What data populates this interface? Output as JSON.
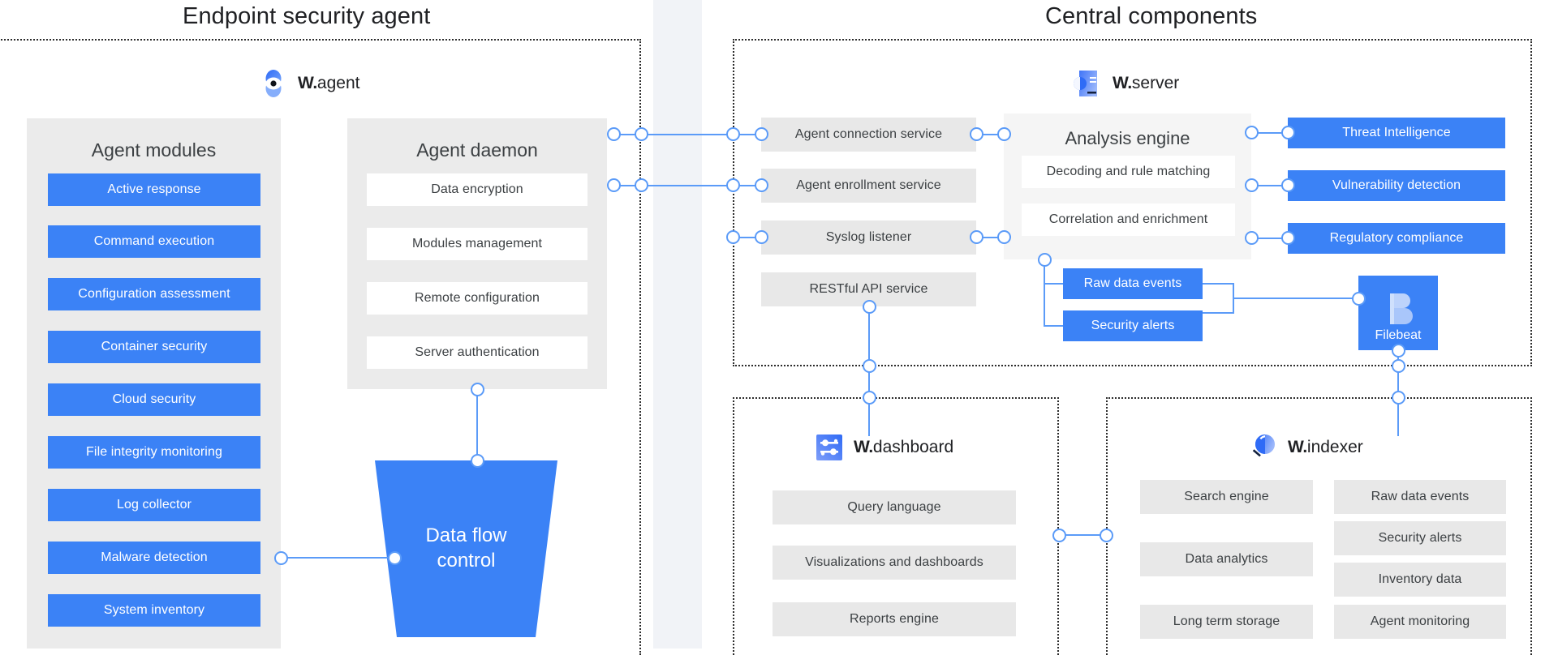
{
  "sections": {
    "left_title": "Endpoint security agent",
    "right_title": "Central components"
  },
  "agent": {
    "logo_brand": "W.",
    "logo_word": "agent",
    "logo_icon": "wazuh-agent-eye-icon",
    "modules_group": {
      "title": "Agent modules",
      "items": [
        "Active response",
        "Command execution",
        "Configuration assessment",
        "Container security",
        "Cloud security",
        "File integrity monitoring",
        "Log collector",
        "Malware detection",
        "System inventory"
      ]
    },
    "daemon_group": {
      "title": "Agent daemon",
      "items": [
        "Data encryption",
        "Modules management",
        "Remote configuration",
        "Server authentication"
      ]
    },
    "data_flow": {
      "line1": "Data flow",
      "line2": "control"
    }
  },
  "server": {
    "logo_brand": "W.",
    "logo_word": "server",
    "logo_icon": "wazuh-server-icon",
    "services": [
      "Agent connection service",
      "Agent enrollment service",
      "Syslog listener",
      "RESTful API service"
    ],
    "analysis_engine": {
      "title": "Analysis engine",
      "items": [
        "Decoding and rule matching",
        "Correlation and enrichment"
      ]
    },
    "capabilities": [
      "Threat Intelligence",
      "Vulnerability detection",
      "Regulatory compliance"
    ],
    "outputs": [
      "Raw data events",
      "Security alerts"
    ],
    "shipper": {
      "label": "Filebeat",
      "icon": "filebeat-logo-icon"
    }
  },
  "dashboard": {
    "logo_brand": "W.",
    "logo_word": "dashboard",
    "logo_icon": "wazuh-dashboard-sliders-icon",
    "items": [
      "Query language",
      "Visualizations and dashboards",
      "Reports engine"
    ]
  },
  "indexer": {
    "logo_brand": "W.",
    "logo_word": "indexer",
    "logo_icon": "wazuh-indexer-magnifier-icon",
    "left_items": [
      "Search engine",
      "Data analytics",
      "Long term storage"
    ],
    "right_items": [
      "Raw data events",
      "Security alerts",
      "Inventory data",
      "Agent monitoring"
    ]
  },
  "colors": {
    "accent_blue": "#3b82f6",
    "connector_blue": "#5b9bf8",
    "panel_grey": "#ebebeb",
    "box_grey": "#e8e8e8",
    "gap_band": "#f1f3f7",
    "dash_border": "#2b2b2b"
  }
}
